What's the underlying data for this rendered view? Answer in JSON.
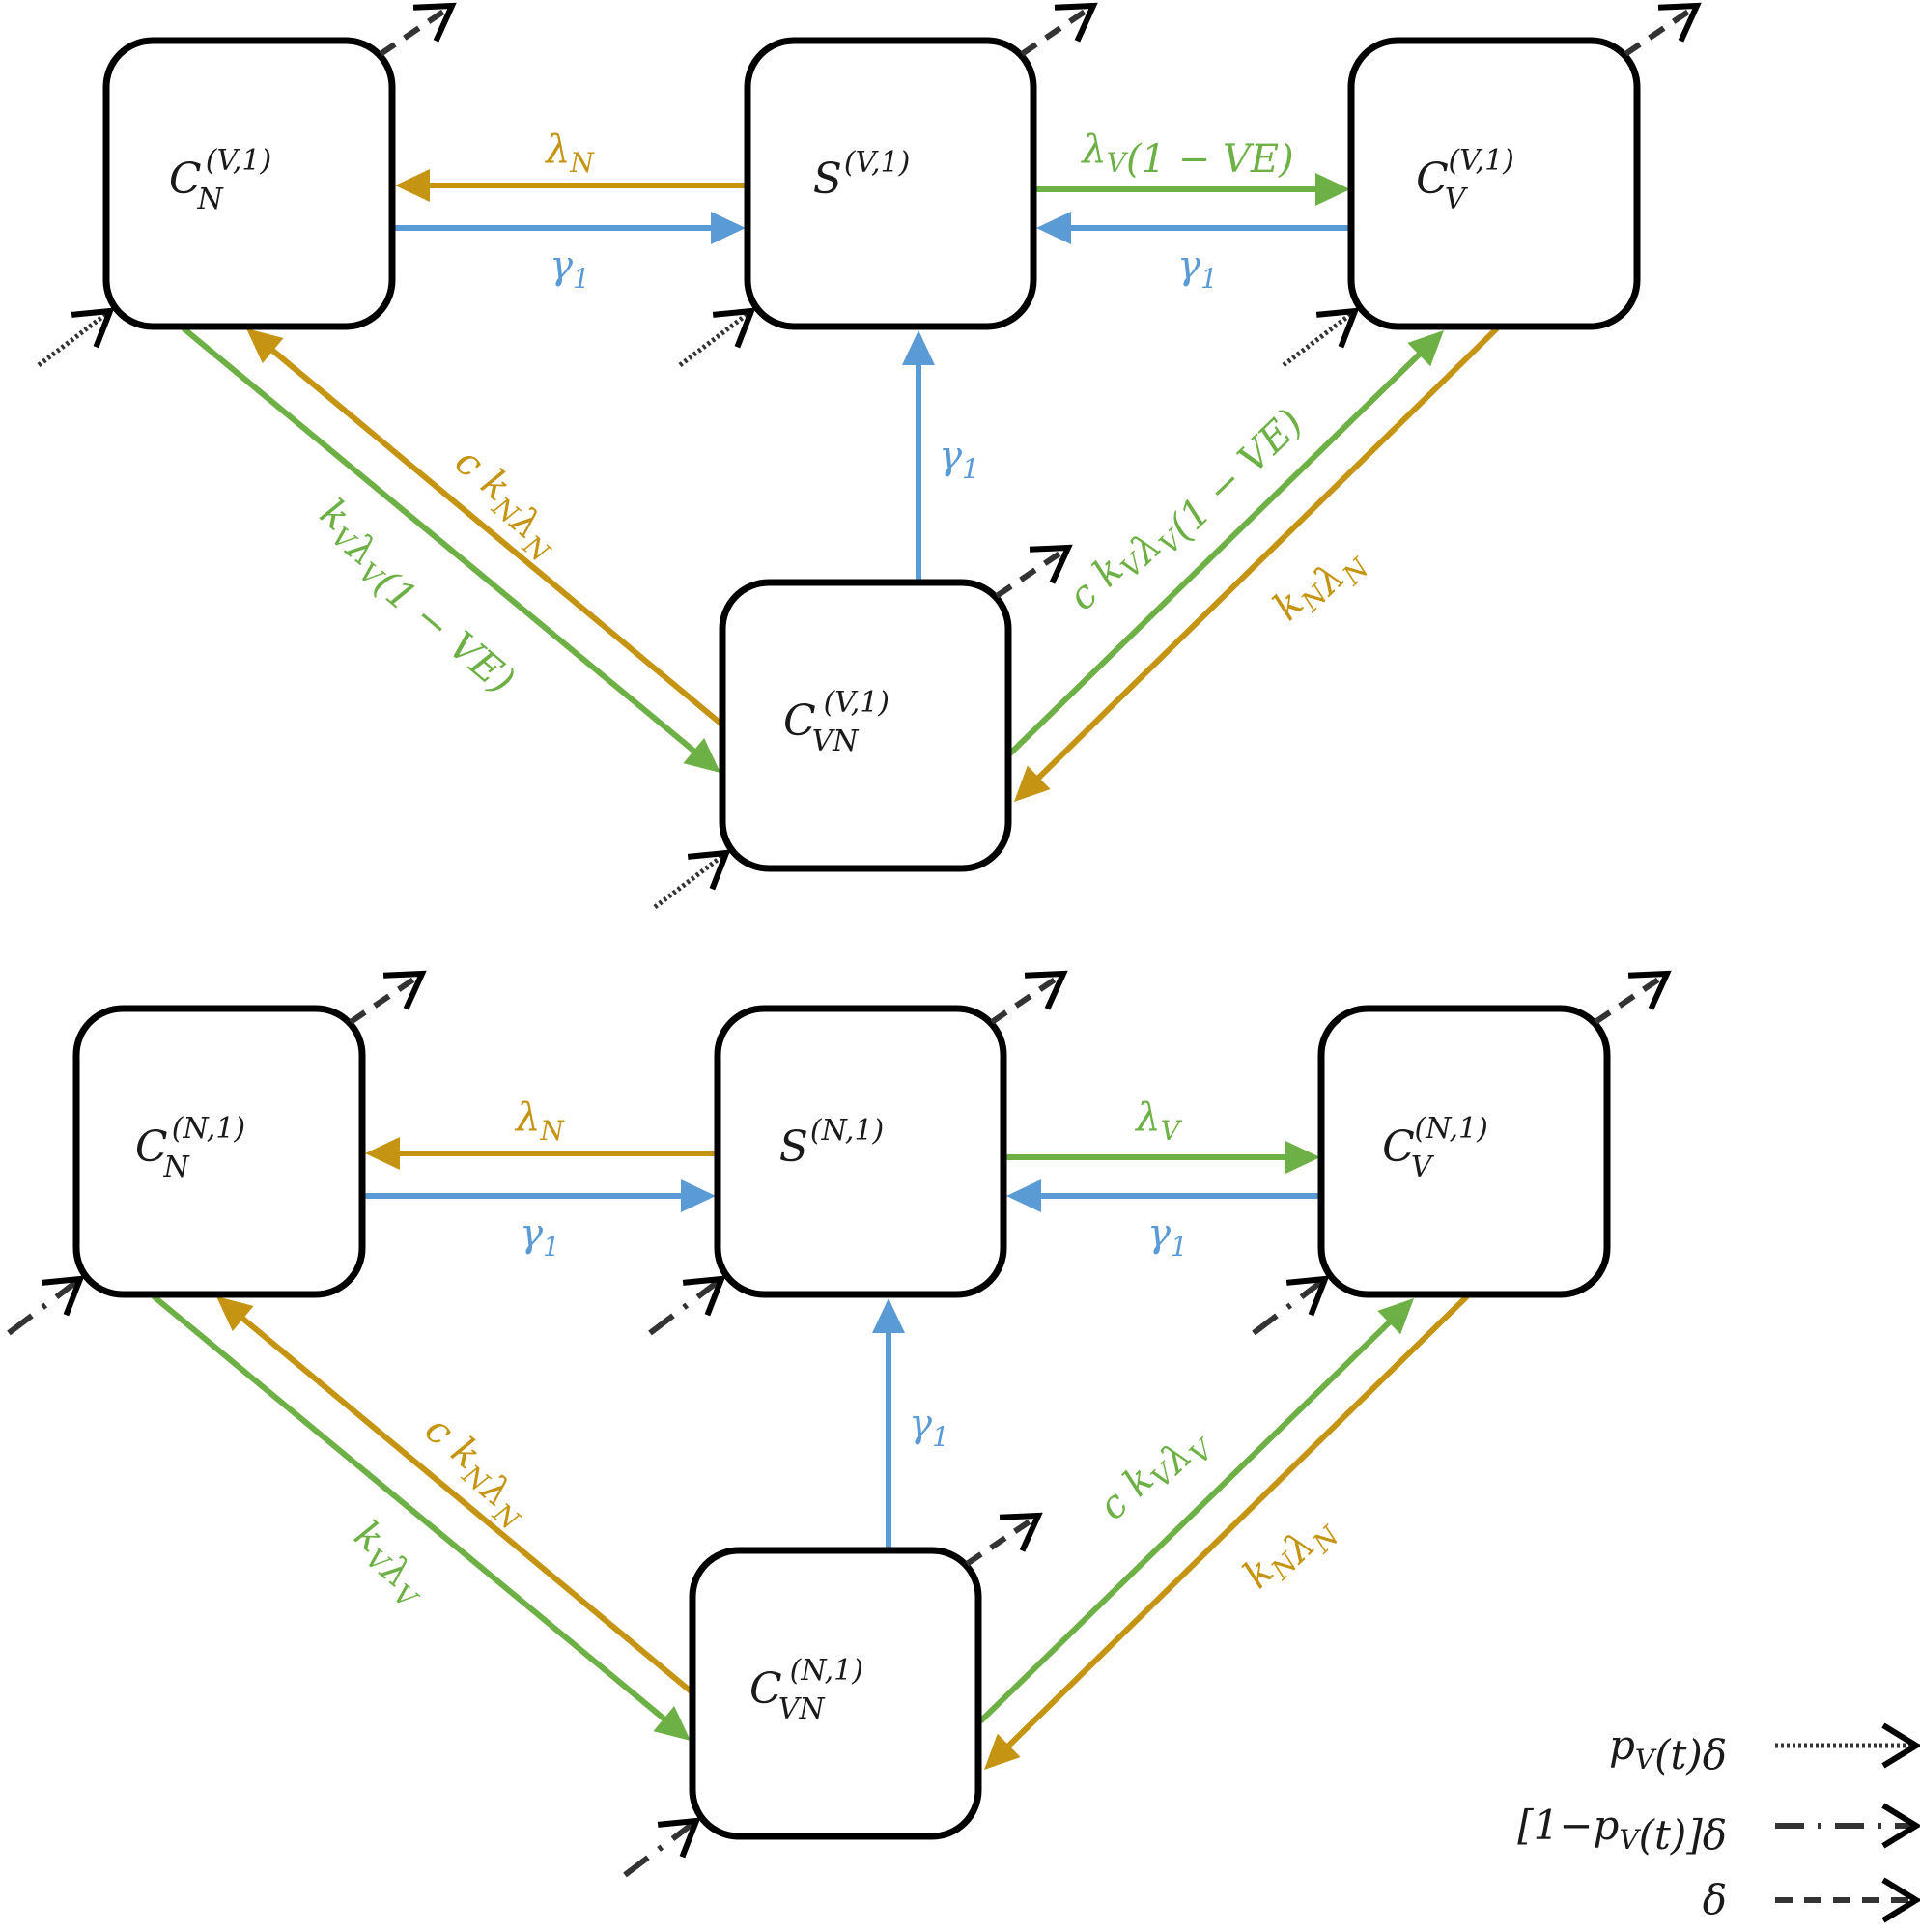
{
  "colors": {
    "force_N": "#C49412",
    "force_V": "#6DB045",
    "recovery": "#5B9BD5",
    "box_stroke": "#000000",
    "demographic": "#333333"
  },
  "diagrams": [
    {
      "id": "vaccinated",
      "compartments": {
        "C_N": {
          "base": "C",
          "sub": "N",
          "sup": "(V,1)"
        },
        "S": {
          "base": "S",
          "sub": "",
          "sup": "(V,1)"
        },
        "C_V": {
          "base": "C",
          "sub": "V",
          "sup": "(V,1)"
        },
        "C_VN": {
          "base": "C",
          "sub": "VN",
          "sup": "(V,1)"
        }
      },
      "transitions": {
        "S_to_CN": "λN",
        "CN_to_S": "γ1",
        "S_to_CV": "λV(1 − VE)",
        "CV_to_S": "γ1",
        "CVN_to_S": "γ1",
        "CVN_to_CN": "c kNλN",
        "CN_to_CVN": "kVλV(1 − VE)",
        "CVN_to_CV": "c kVλV(1 − VE)",
        "CV_to_CVN": "kNλN"
      },
      "entry_style": "dotted"
    },
    {
      "id": "unvaccinated",
      "compartments": {
        "C_N": {
          "base": "C",
          "sub": "N",
          "sup": "(N,1)"
        },
        "S": {
          "base": "S",
          "sub": "",
          "sup": "(N,1)"
        },
        "C_V": {
          "base": "C",
          "sub": "V",
          "sup": "(N,1)"
        },
        "C_VN": {
          "base": "C",
          "sub": "VN",
          "sup": "(N,1)"
        }
      },
      "transitions": {
        "S_to_CN": "λN",
        "CN_to_S": "γ1",
        "S_to_CV": "λV",
        "CV_to_S": "γ1",
        "CVN_to_S": "γ1",
        "CVN_to_CN": "c kNλN",
        "CN_to_CVN": "kVλV",
        "CVN_to_CV": "c kVλV",
        "CV_to_CVN": "kNλN"
      },
      "entry_style": "dashdot"
    }
  ],
  "legend": [
    {
      "label": "pV(t)δ",
      "style": "dotted"
    },
    {
      "label": "[1−pV(t)]δ",
      "style": "dashdot"
    },
    {
      "label": "δ",
      "style": "dashed"
    }
  ]
}
